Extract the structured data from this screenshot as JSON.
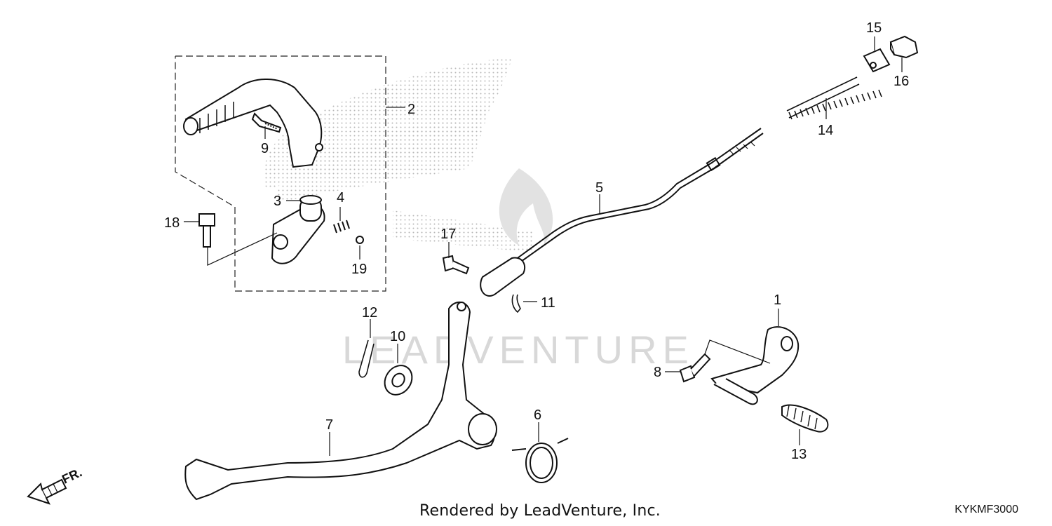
{
  "diagram": {
    "callouts": [
      {
        "id": "1",
        "label": "1"
      },
      {
        "id": "2",
        "label": "2"
      },
      {
        "id": "3",
        "label": "3"
      },
      {
        "id": "4",
        "label": "4"
      },
      {
        "id": "5",
        "label": "5"
      },
      {
        "id": "6",
        "label": "6"
      },
      {
        "id": "7",
        "label": "7"
      },
      {
        "id": "8",
        "label": "8"
      },
      {
        "id": "9",
        "label": "9"
      },
      {
        "id": "10",
        "label": "10"
      },
      {
        "id": "11",
        "label": "11"
      },
      {
        "id": "12",
        "label": "12"
      },
      {
        "id": "13",
        "label": "13"
      },
      {
        "id": "14",
        "label": "14"
      },
      {
        "id": "15",
        "label": "15"
      },
      {
        "id": "16",
        "label": "16"
      },
      {
        "id": "17",
        "label": "17"
      },
      {
        "id": "18",
        "label": "18"
      },
      {
        "id": "19",
        "label": "19"
      }
    ],
    "front_indicator": "FR.",
    "watermark": "LEADVENTURE",
    "footer": "Rendered by LeadVenture, Inc.",
    "diagram_code": "KYKMF3000"
  }
}
